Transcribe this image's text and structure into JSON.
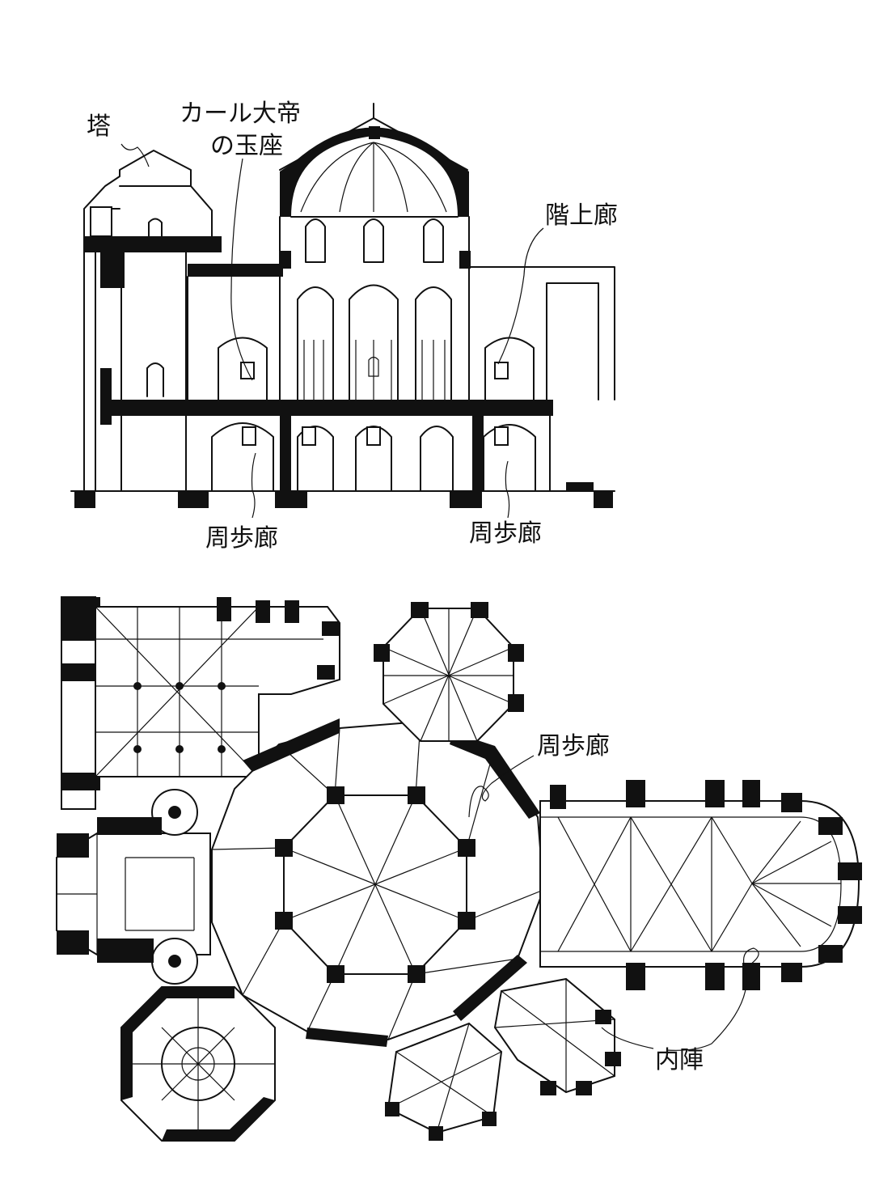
{
  "labels": {
    "tower": "塔",
    "throne_line1": "カール大帝",
    "throne_line2": "の玉座",
    "upper_gallery": "階上廊",
    "ambulatory_section_left": "周歩廊",
    "ambulatory_section_right": "周歩廊",
    "ambulatory_plan": "周歩廊",
    "choir": "内陣"
  }
}
